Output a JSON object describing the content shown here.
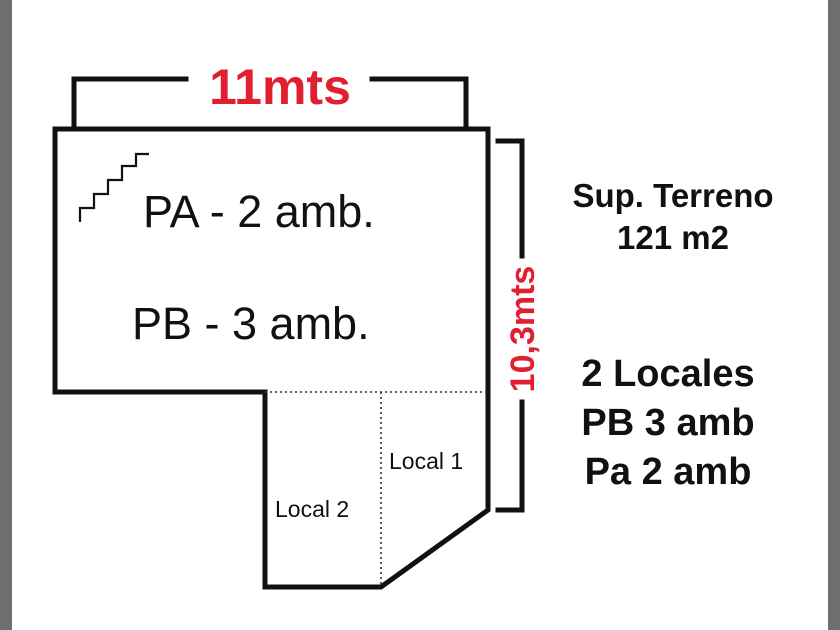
{
  "diagram": {
    "dimensions": {
      "width_label": "11mts",
      "height_label": "10,3mts"
    },
    "rooms": {
      "upper_floor": "PA - 2 amb.",
      "ground_floor": "PB - 3 amb.",
      "local_1": "Local 1",
      "local_2": "Local 2"
    },
    "info": {
      "area_line1": "Sup. Terreno",
      "area_line2": "121 m2",
      "summary_line1": "2 Locales",
      "summary_line2": "PB 3 amb",
      "summary_line3": "Pa 2 amb"
    },
    "colors": {
      "accent": "#e02030",
      "ink": "#111111",
      "border": "#6e6e6e"
    },
    "icons": [
      "stairs-icon"
    ]
  }
}
